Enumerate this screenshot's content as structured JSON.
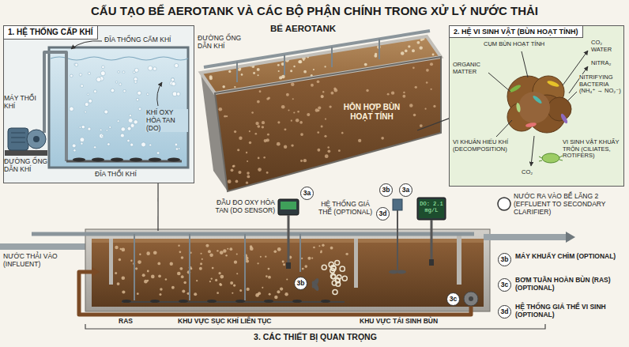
{
  "diagram": {
    "title": "CẤU TẠO BỂ AEROTANK VÀ CÁC BỘ PHẬN CHÍNH TRONG XỬ LÝ NƯỚC THẢI",
    "nodes": [
      {
        "text": [
          "1. HỆ THỐNG CẤP KHÍ"
        ]
      },
      {
        "text": [
          "BỂ AEROTANK",
          "HỖN HỢP BÙN HOẠT TÍNH"
        ]
      },
      {
        "text": [
          "2. HỆ VI SINH VẬT (BÙN HOẠT TÍNH)"
        ]
      },
      {
        "text": [
          "3. CÁC THIẾT BỊ QUAN TRỌNG"
        ]
      }
    ],
    "edges": [
      {
        "from": 0,
        "to": 3,
        "arrow": "none"
      },
      {
        "from": 2,
        "to": 1,
        "arrow": "none"
      }
    ],
    "labels": [
      "MÁY THỔI KHÍ",
      "ĐĨA THỐNG CẤM KHÍ",
      "ĐƯỜNG ỐNG DẪN KHÍ",
      "KHÍ OXY HÒA TAN (DO)",
      "ĐĨA THỔI KHÍ",
      "ĐƯỜNG ỐNG DẪN KHÍ",
      "ORGANIC MATTER",
      "CỤM BÙN HOẠT TÍNH",
      "CO₂ WATER",
      "NITRA₂",
      "NITRIFYING BACTERIA (NH₄⁺ → NO₂⁻)",
      "VI KHUẨN HIẾU KHÍ (DECOMPOSITION)",
      "VI SINH VẬT KHUẤY TRỘN (CILIATES, ROTIFERS)",
      "CO₂",
      "3a",
      "ĐẦU ĐO OXY HÒA TAN (DO SENSOR)",
      "HỆ THỐNG GIÁ THỂ (OPTIONAL)",
      "3d",
      "3b",
      "3a",
      "DO: 2.1 mg/L",
      "NƯỚC RA VÀO BỂ LẮNG 2 (EFFLUENT TO SECONDARY CLARIFIER)",
      "NƯỚC THẢI VÀO (INFLUENT)",
      "3b",
      "3c",
      "3b",
      "MÁY KHUẤY CHÌM (OPTIONAL)",
      "3c",
      "BƠM TUẦN HOÀN BÙN (RAS) (OPTIONAL)",
      "3d",
      "HỆ THỐNG GIÁ THỂ VI SINH (OPTIONAL)",
      "RAS",
      "KHU VỰC SỤC KHÍ LIÊN TỤC",
      "KHU VỰC TÁI SINH BÙN"
    ]
  }
}
